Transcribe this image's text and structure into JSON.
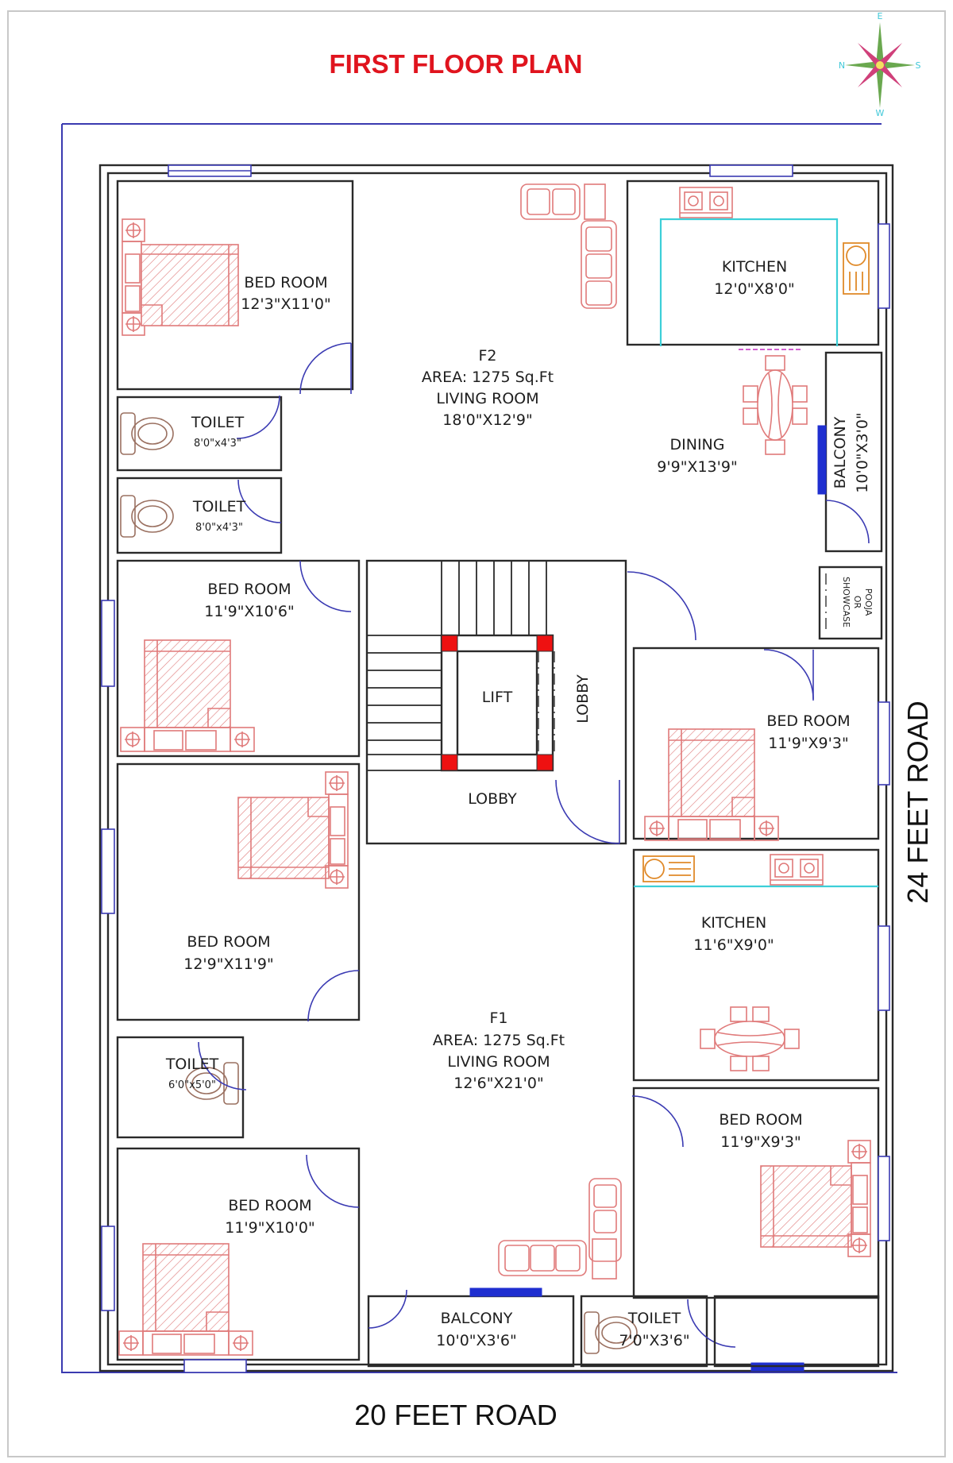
{
  "title": "FIRST FLOOR PLAN",
  "compass": {
    "icon": "compass-rose-icon",
    "labels": {
      "top": "E",
      "left": "N",
      "right": "S",
      "bottom": "W"
    }
  },
  "roads": {
    "bottom": "20 FEET ROAD",
    "right": "24 FEET ROAD"
  },
  "units": {
    "F2": {
      "name": "F2",
      "area": "AREA: 1275 Sq.Ft",
      "living_label": "LIVING ROOM",
      "living_size": "18'0\"X12'9\"",
      "rooms": {
        "bedroom_a": {
          "label": "BED ROOM",
          "size": "12'3\"X11'0\""
        },
        "toilet_a": {
          "label": "TOILET",
          "size": "8'0\"x4'3\""
        },
        "toilet_b": {
          "label": "TOILET",
          "size": "8'0\"x4'3\""
        },
        "bedroom_b": {
          "label": "BED ROOM",
          "size": "11'9\"X10'6\""
        },
        "kitchen": {
          "label": "KITCHEN",
          "size": "12'0\"X8'0\""
        },
        "dining": {
          "label": "DINING",
          "size": "9'9\"X13'9\""
        },
        "balcony": {
          "label": "BALCONY",
          "size": "10'0\"X3'0\""
        },
        "pooja": {
          "line1": "POOJA",
          "line2": "OR",
          "line3": "SHOWCASE"
        },
        "bedroom_c": {
          "label": "BED ROOM",
          "size": "11'9\"X9'3\""
        }
      }
    },
    "F1": {
      "name": "F1",
      "area": "AREA: 1275 Sq.Ft",
      "living_label": "LIVING ROOM",
      "living_size": "12'6\"X21'0\"",
      "rooms": {
        "bedroom_a": {
          "label": "BED ROOM",
          "size": "12'9\"X11'9\""
        },
        "toilet_a": {
          "label": "TOILET",
          "size": "6'0\"x5'0\""
        },
        "bedroom_b": {
          "label": "BED ROOM",
          "size": "11'9\"X10'0\""
        },
        "kitchen": {
          "label": "KITCHEN",
          "size": "11'6\"X9'0\""
        },
        "bedroom_c": {
          "label": "BED ROOM",
          "size": "11'9\"X9'3\""
        },
        "balcony": {
          "label": "BALCONY",
          "size": "10'0\"X3'6\""
        },
        "toilet_b": {
          "label": "TOILET",
          "size": "7'0\"X3'6\""
        }
      }
    }
  },
  "core": {
    "lift": "LIFT",
    "lobby_vertical": "LOBBY",
    "lobby_horizontal": "LOBBY"
  },
  "colors": {
    "title": "#e0141e",
    "walls": "#2a2a2a",
    "windows_doors": "#3b3bb3",
    "furniture": "#e07a7a",
    "columns": "#ee1111",
    "counter": "#3ccfd8",
    "sink": "#e08a2a"
  }
}
